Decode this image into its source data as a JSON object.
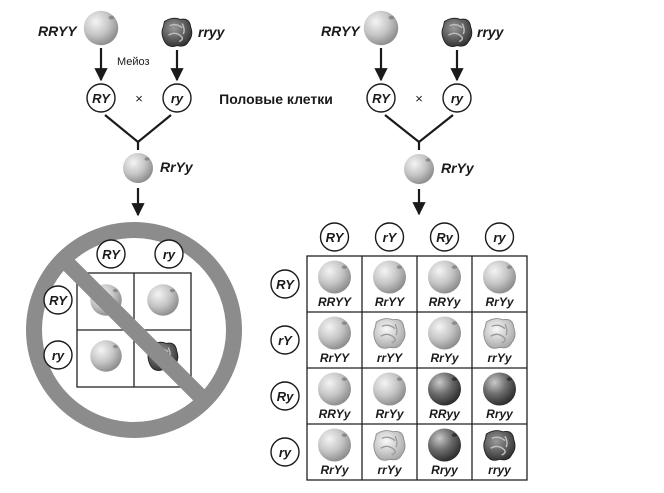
{
  "left": {
    "parent1": "RRYY",
    "parent2": "rryy",
    "meiosis_label": "Мейоз",
    "gamete1": "RY",
    "gamete2": "ry",
    "cross_symbol": "×",
    "f1": "RrYy",
    "grid_cols": [
      "RY",
      "ry"
    ],
    "grid_rows": [
      "RY",
      "ry"
    ],
    "grid_cells": [
      [
        "round-yellow",
        "round-yellow"
      ],
      [
        "round-yellow",
        "wrinkled-green"
      ]
    ]
  },
  "center_label": "Половые клетки",
  "right": {
    "parent1": "RRYY",
    "parent2": "rryy",
    "gamete1": "RY",
    "gamete2": "ry",
    "cross_symbol": "×",
    "f1": "RrYy",
    "col_headers": [
      "RY",
      "rY",
      "Ry",
      "ry"
    ],
    "row_headers": [
      "RY",
      "rY",
      "Ry",
      "ry"
    ],
    "cells": [
      [
        {
          "g": "RRYY",
          "p": "round-yellow"
        },
        {
          "g": "RrYY",
          "p": "round-yellow"
        },
        {
          "g": "RRYy",
          "p": "round-yellow"
        },
        {
          "g": "RrYy",
          "p": "round-yellow"
        }
      ],
      [
        {
          "g": "RrYY",
          "p": "round-yellow"
        },
        {
          "g": "rrYY",
          "p": "wrinkled-yellow"
        },
        {
          "g": "RrYy",
          "p": "round-yellow"
        },
        {
          "g": "rrYy",
          "p": "wrinkled-yellow"
        }
      ],
      [
        {
          "g": "RRYy",
          "p": "round-yellow"
        },
        {
          "g": "RrYy",
          "p": "round-yellow"
        },
        {
          "g": "RRyy",
          "p": "round-green"
        },
        {
          "g": "Rryy",
          "p": "round-green"
        }
      ],
      [
        {
          "g": "RrYy",
          "p": "round-yellow"
        },
        {
          "g": "rrYy",
          "p": "wrinkled-yellow"
        },
        {
          "g": "Rryy",
          "p": "round-green"
        },
        {
          "g": "rryy",
          "p": "wrinkled-green"
        }
      ]
    ]
  },
  "colors": {
    "round_yellow": "#c8c8c8",
    "round_green": "#6e6e6e",
    "wrinkled_yellow": "#d6d6d6",
    "wrinkled_green": "#4a4a4a",
    "prohibition": "#8c8c8c"
  }
}
